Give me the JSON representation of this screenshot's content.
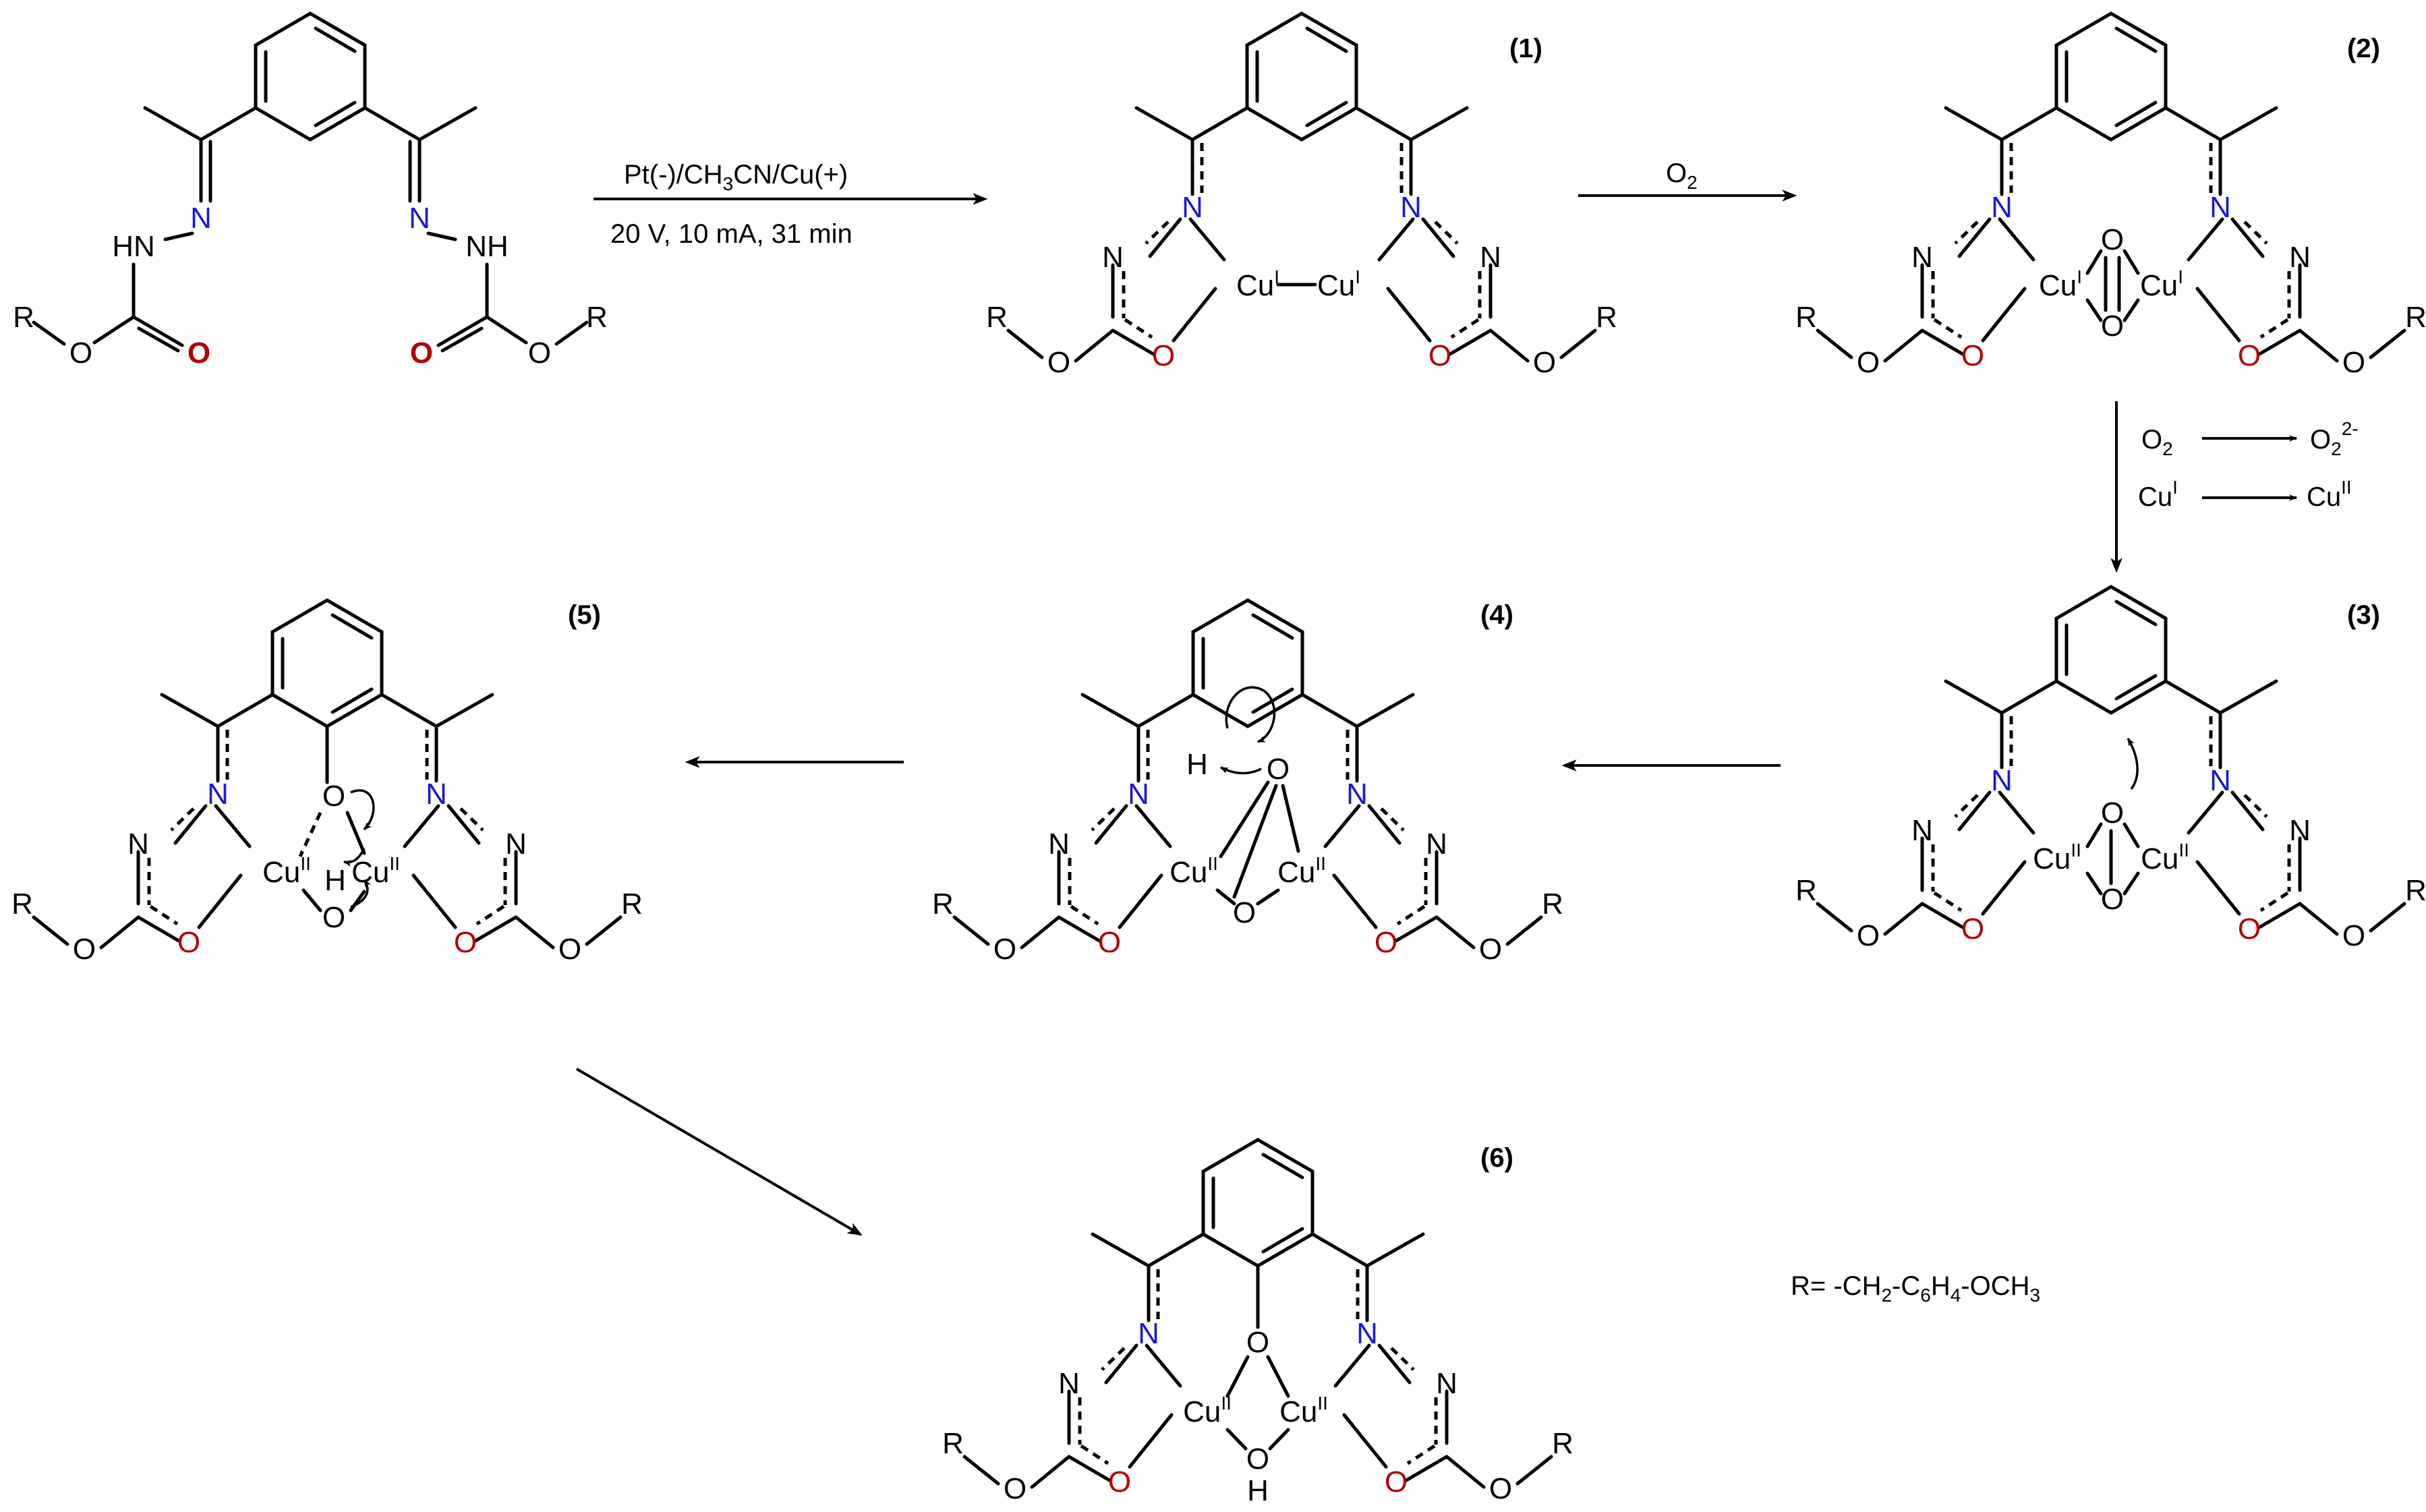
{
  "reaction": {
    "step1_reagents": "Pt(-)/CH3CN/Cu(+)",
    "step1_reagents_parts": [
      "Pt(-)/CH",
      "3",
      "CN/Cu(+)"
    ],
    "step1_conditions": "20 V,  10 mA,  31 min",
    "step2_reagent": "O2",
    "side_reaction_1": "O2 → O2 2-",
    "side_reaction_2": "CuI → CuII"
  },
  "compound_labels": [
    "(1)",
    "(2)",
    "(3)",
    "(4)",
    "(5)",
    "(6)"
  ],
  "r_definition": "R= -CH2-C6H4-OCH3",
  "atoms": {
    "N": "N",
    "O": "O",
    "R": "R",
    "H": "H",
    "Cu": "Cu",
    "HN": "HN",
    "NH": "NH",
    "OH": "OH",
    "ox_I": "I",
    "ox_II": "II"
  },
  "colors": {
    "nitrogen": "#1a1ad6",
    "oxygen": "#b30000",
    "ink": "#000000"
  }
}
